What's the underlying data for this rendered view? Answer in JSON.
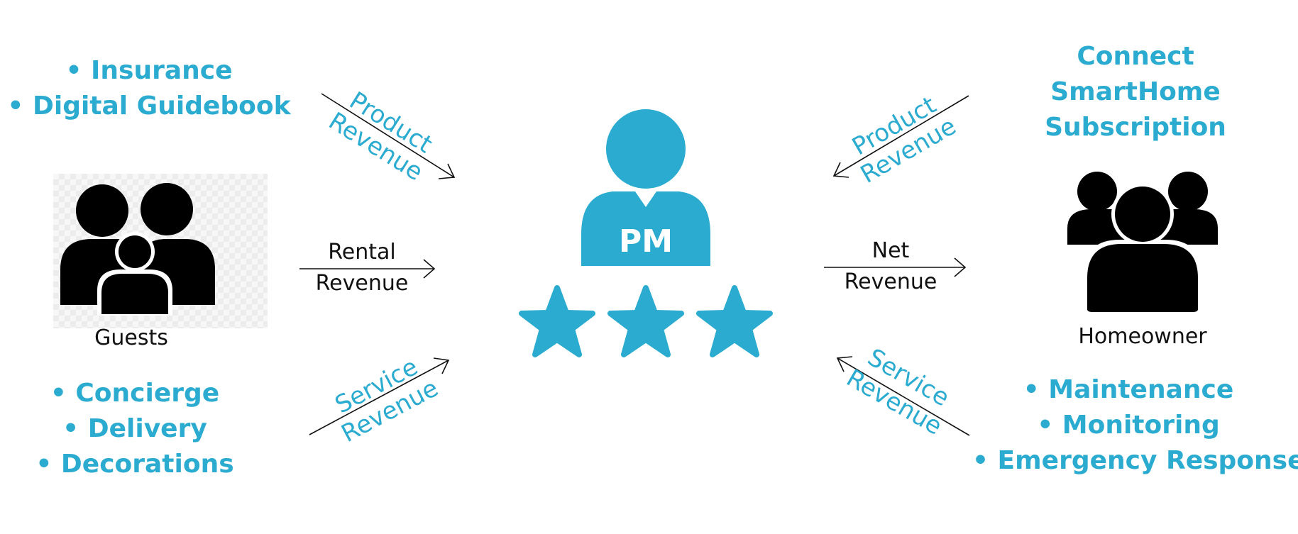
{
  "guests": {
    "label": "Guests",
    "products": [
      "Insurance",
      "Digital Guidebook"
    ],
    "services": [
      "Concierge",
      "Delivery",
      "Decorations"
    ]
  },
  "homeowner": {
    "label": "Homeowner",
    "products": [
      "Connect",
      "SmartHome",
      "Subscription"
    ],
    "services": [
      "Maintenance",
      "Monitoring",
      "Emergency Response"
    ]
  },
  "center": {
    "label": "PM",
    "star_count": 3
  },
  "flows": {
    "left_product": [
      "Product",
      "Revenue"
    ],
    "left_rental": [
      "Rental",
      "Revenue"
    ],
    "left_service": [
      "Service",
      "Revenue"
    ],
    "right_product": [
      "Product",
      "Revenue"
    ],
    "right_net": [
      "Net",
      "Revenue"
    ],
    "right_service": [
      "Service",
      "Revenue"
    ]
  },
  "colors": {
    "accent": "#2aabcf",
    "icon": "#000000",
    "text": "#111111"
  }
}
